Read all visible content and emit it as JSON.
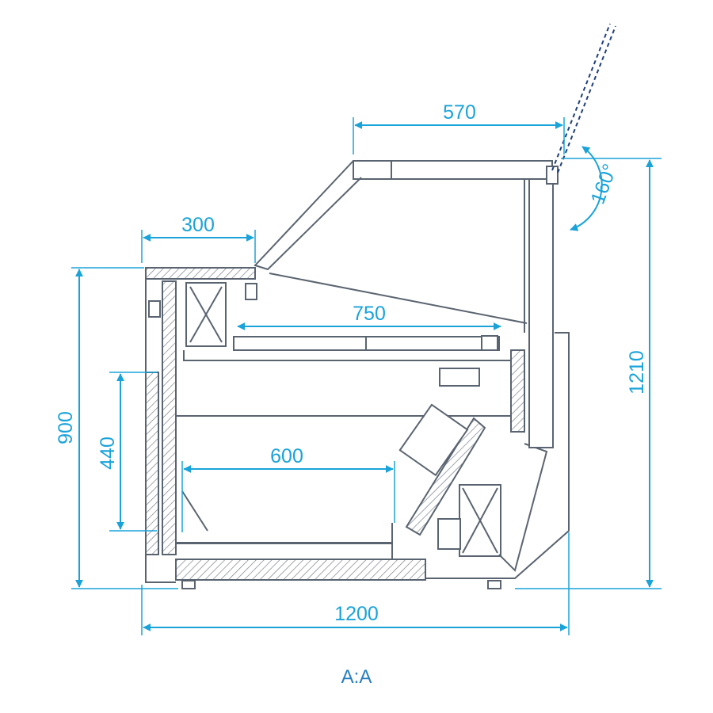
{
  "dimensions": {
    "top_width": "570",
    "glass_angle": "160°",
    "overall_height": "1210",
    "counter_depth": "300",
    "display_depth": "750",
    "front_height": "900",
    "inner_height": "440",
    "shelf_depth": "600",
    "overall_width": "1200"
  },
  "section_label": "A:A",
  "colors": {
    "dimension": "#1aa3d9",
    "outline": "#5a6470",
    "glass_open": "#1f3f7a"
  }
}
